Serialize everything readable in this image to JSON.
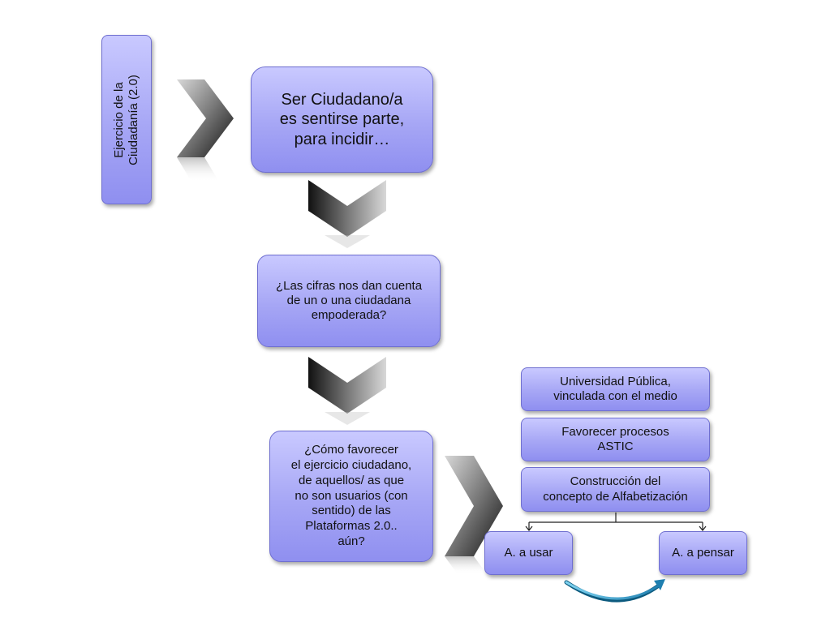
{
  "diagram": {
    "side_label": "Ejercicio de la\nCiudadanía (2.0)",
    "main_box": "Ser Ciudadano/a\nes sentirse parte,\npara incidir…",
    "question_1": "¿Las cifras nos dan cuenta\nde un o una ciudadana\nempoderada?",
    "question_2": "¿Cómo favorecer\nel ejercicio ciudadano,\nde aquellos/ as que\nno son usuarios (con\nsentido) de las\nPlataformas 2.0..\naún?",
    "right_boxes": [
      "Universidad Pública,\nvinculada con el medio",
      "Favorecer procesos\nASTIC",
      "Construcción del\nconcepto de Alfabetización"
    ],
    "branch_left": "A. a usar",
    "branch_right": "A. a pensar"
  },
  "colors": {
    "box_fill": "#a6a6f5",
    "box_border": "#6f6fd0",
    "chevron": "#3a3a3a",
    "curved_arrow": "#1f8fbf"
  }
}
